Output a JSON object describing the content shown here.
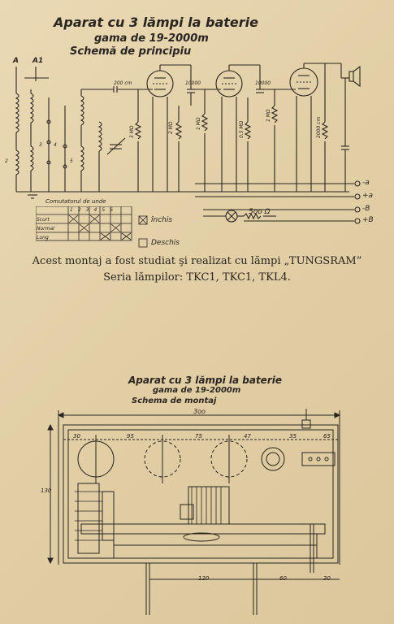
{
  "schematic": {
    "title": "Aparat cu 3 lămpi la baterie",
    "range": "gama de 19-2000m",
    "subtitle": "Schemă de principiu",
    "antenna_label": "A",
    "antenna_label2": "A1",
    "switch_table": {
      "title": "Comutatorul de unde",
      "columns": [
        "1",
        "2",
        "3",
        "4",
        "5",
        "6"
      ],
      "rows": [
        "Scurt",
        "Normal",
        "Lung"
      ],
      "legend_closed": "închis",
      "legend_open": "Deschis"
    },
    "terminals": [
      "-a",
      "+a",
      "-B",
      "+B"
    ],
    "resistor_label": "5oo Ω"
  },
  "caption": {
    "line1": "Acest montaj a fost studiat şi realizat cu lămpi „TUNGSRAM”",
    "line2": "Seria lămpilor: TKC1, TKC1, TKL4."
  },
  "montage": {
    "title": "Aparat cu 3 lămpi la baterie",
    "range": "gama de 19-2000m",
    "subtitle": "Schema de montaj",
    "dim_total": "3oo",
    "dims_top": [
      "30",
      "95",
      "75",
      "47",
      "35",
      "65"
    ],
    "dim_side": "130",
    "dims_bottom": [
      "120",
      "60",
      "30"
    ]
  }
}
